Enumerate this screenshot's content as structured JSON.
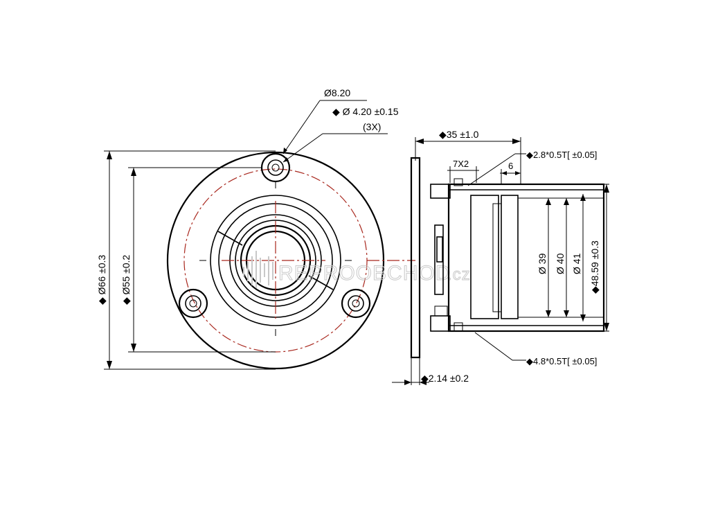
{
  "front_view": {
    "bolt_hole_diameter": "Ø8.20",
    "mount_hole_label": "◆ Ø 4.20 ±0.15",
    "mount_hole_count": "(3X)",
    "outer_diameter": "◆ Ø66 ±0.3",
    "bolt_circle_diameter": "◆ Ø55 ±0.2"
  },
  "side_view": {
    "depth": "◆35 ±1.0",
    "terminal_top": "◆2.8*0.5T[ ±0.05]",
    "terminal_bottom": "◆4.8*0.5T[ ±0.05]",
    "slot_pitch": "7X2",
    "slot_width": "6",
    "dia_39": "Ø 39",
    "dia_40": "Ø 40",
    "dia_41": "Ø 41",
    "body_height": "◆48.59 ±0.3",
    "flange_thickness": "◆2.14 ±0.2"
  },
  "watermark": {
    "text": "REPROOBCHOD",
    "suffix": ".cz"
  },
  "colors": {
    "line": "#000000",
    "centerline": "#a8261c",
    "watermark": "#c8c8c8"
  }
}
